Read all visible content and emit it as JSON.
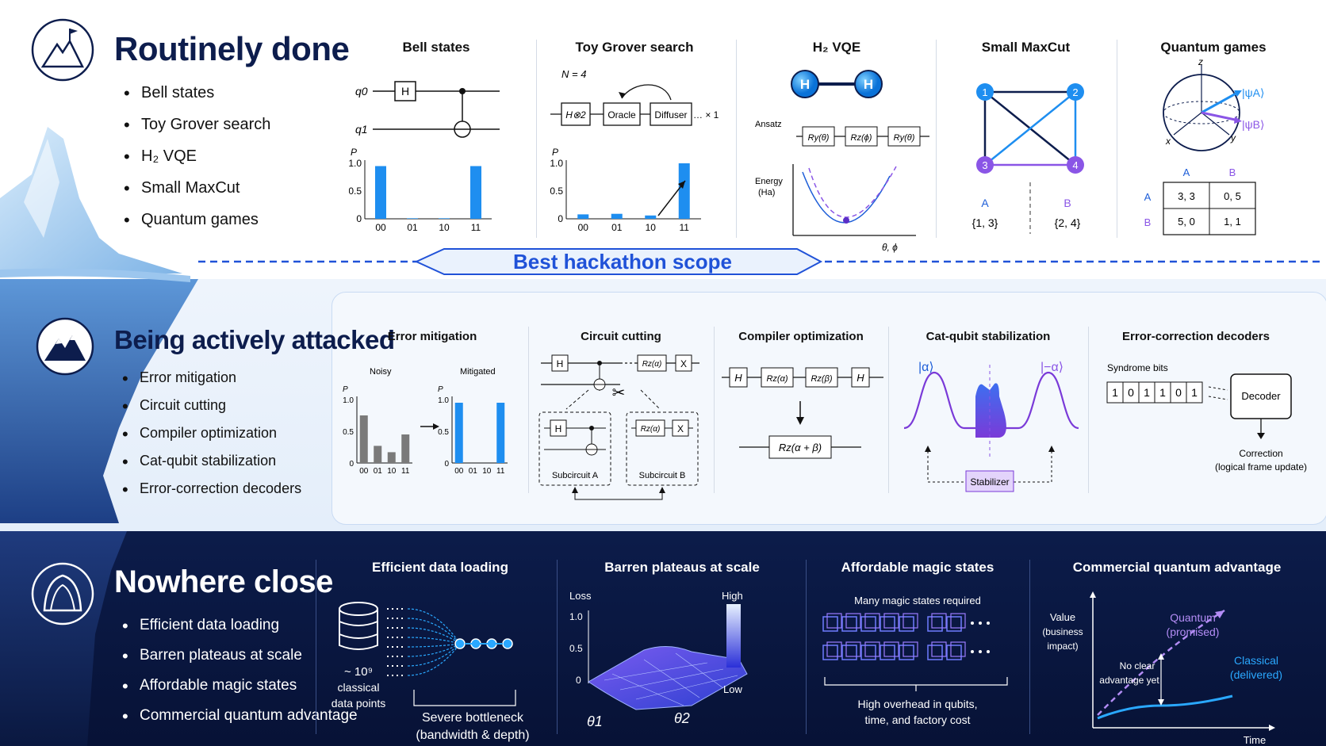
{
  "tiers": {
    "routine": {
      "title": "Routinely done",
      "items": [
        "Bell states",
        "Toy Grover search",
        "H₂ VQE",
        "Small MaxCut",
        "Quantum games"
      ]
    },
    "attacked": {
      "title": "Being actively attacked",
      "items": [
        "Error mitigation",
        "Circuit cutting",
        "Compiler optimization",
        "Cat-qubit stabilization",
        "Error-correction decoders"
      ]
    },
    "far": {
      "title": "Nowhere close",
      "items": [
        "Efficient data loading",
        "Barren plateaus at scale",
        "Affordable magic states",
        "Commercial quantum advantage"
      ]
    }
  },
  "scope_banner": "Best hackathon scope",
  "panels": {
    "bell": {
      "title": "Bell states",
      "q0": "q0",
      "q1": "q1",
      "gate": "H",
      "p_label": "P",
      "yticks": [
        "1.0",
        "0.5",
        "0"
      ],
      "categories": [
        "00",
        "01",
        "10",
        "11"
      ],
      "values": [
        0.95,
        0.01,
        0.01,
        0.95
      ]
    },
    "grover": {
      "title": "Toy Grover search",
      "n": "N = 4",
      "gate_h": "H⊗2",
      "oracle": "Oracle",
      "diffuser": "Diffuser",
      "repeat": "… × 1",
      "p_label": "P",
      "yticks": [
        "1.0",
        "0.5",
        "0"
      ],
      "categories": [
        "00",
        "01",
        "10",
        "11"
      ],
      "values": [
        0.08,
        0.09,
        0.06,
        1.0
      ]
    },
    "vqe": {
      "title": "H₂ VQE",
      "atom": "H",
      "ansatz": "Ansatz",
      "gates": [
        "Ry(θ)",
        "Rz(ϕ)",
        "Ry(θ)"
      ],
      "energy": "Energy",
      "energy_unit": "(Ha)",
      "xaxis": "θ, ϕ"
    },
    "maxcut": {
      "title": "Small MaxCut",
      "nodes": [
        "1",
        "2",
        "3",
        "4"
      ],
      "set_a": "A",
      "set_a_members": "{1, 3}",
      "set_b": "B",
      "set_b_members": "{2, 4}"
    },
    "games": {
      "title": "Quantum games",
      "z": "z",
      "x": "x",
      "y": "y",
      "psi_a": "|ψA⟩",
      "psi_b": "|ψB⟩",
      "col_a": "A",
      "col_b": "B",
      "row_a": "A",
      "row_b": "B",
      "payoffs": [
        "3, 3",
        "0, 5",
        "5, 0",
        "1, 1"
      ]
    },
    "mitigation": {
      "title": "Error mitigation",
      "noisy": "Noisy",
      "mitigated": "Mitigated",
      "p_label": "P",
      "yticks": [
        "1.0",
        "0.5",
        "0"
      ],
      "categories": [
        "00",
        "01",
        "10",
        "11"
      ],
      "noisy_values": [
        0.75,
        0.27,
        0.17,
        0.45
      ],
      "mitigated_values": [
        0.95,
        0.0,
        0.0,
        0.95
      ]
    },
    "cutting": {
      "title": "Circuit cutting",
      "gate_h": "H",
      "gate_rz": "Rz(α)",
      "gate_x": "X",
      "sub_a": "Subcircuit A",
      "sub_b": "Subcircuit B"
    },
    "compiler": {
      "title": "Compiler optimization",
      "gates": [
        "H",
        "Rz(α)",
        "Rz(β)",
        "H"
      ],
      "result": "Rz(α + β)"
    },
    "cat": {
      "title": "Cat-qubit stabilization",
      "alpha": "|α⟩",
      "neg_alpha": "|−α⟩",
      "stabilizer": "Stabilizer"
    },
    "decoders": {
      "title": "Error-correction decoders",
      "syndrome": "Syndrome bits",
      "bits": [
        "1",
        "0",
        "1",
        "1",
        "0",
        "1"
      ],
      "decoder": "Decoder",
      "correction": "Correction",
      "correction_sub": "(logical frame update)"
    },
    "loading": {
      "title": "Efficient data loading",
      "count": "~ 10⁹",
      "count_sub1": "classical",
      "count_sub2": "data points",
      "bottleneck1": "Severe bottleneck",
      "bottleneck2": "(bandwidth & depth)"
    },
    "barren": {
      "title": "Barren plateaus at scale",
      "loss": "Loss",
      "yticks": [
        "1.0",
        "0.5",
        "0"
      ],
      "high": "High",
      "low": "Low",
      "theta1": "θ1",
      "theta2": "θ2"
    },
    "magic": {
      "title": "Affordable magic states",
      "caption": "Many magic states required",
      "overhead1": "High overhead in qubits,",
      "overhead2": "time, and factory cost"
    },
    "advantage": {
      "title": "Commercial quantum advantage",
      "value": "Value",
      "value_sub1": "(business",
      "value_sub2": "impact)",
      "quantum": "Quantum",
      "quantum_sub": "(promised)",
      "classical": "Classical",
      "classical_sub": "(delivered)",
      "gap1": "No clear",
      "gap2": "advantage yet",
      "time": "Time"
    }
  },
  "colors": {
    "accent_blue": "#1e8ef0",
    "navy": "#0d1d4d",
    "purple": "#8a55e6",
    "scope_blue": "#2052d8"
  }
}
